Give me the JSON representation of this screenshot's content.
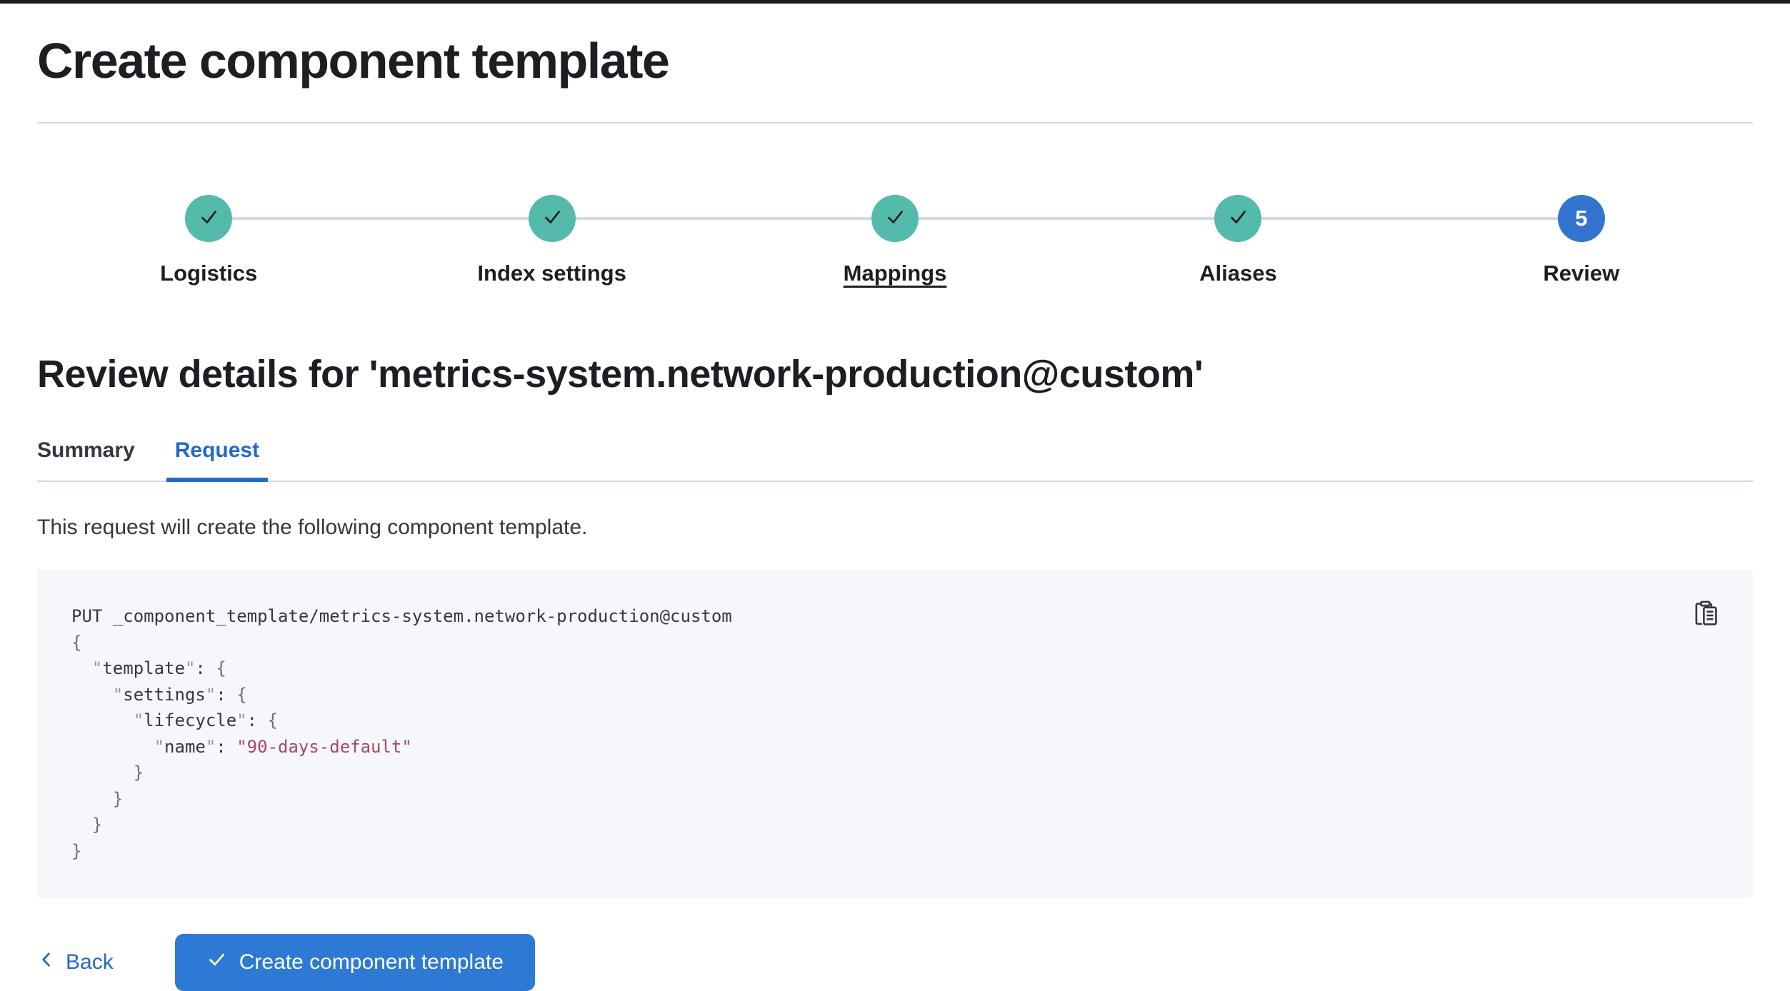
{
  "page": {
    "title": "Create component template"
  },
  "stepper": {
    "steps": [
      {
        "label": "Logistics",
        "status": "complete"
      },
      {
        "label": "Index settings",
        "status": "complete"
      },
      {
        "label": "Mappings",
        "status": "complete",
        "underlined": true
      },
      {
        "label": "Aliases",
        "status": "complete"
      },
      {
        "label": "Review",
        "status": "current",
        "number": "5"
      }
    ]
  },
  "review": {
    "heading": "Review details for 'metrics-system.network-production@custom'",
    "tabs": [
      {
        "label": "Summary",
        "active": false
      },
      {
        "label": "Request",
        "active": true
      }
    ],
    "description": "This request will create the following component template."
  },
  "code": {
    "lines": [
      [
        {
          "t": "PUT _component_template/metrics-system.network-production@custom",
          "c": "plain"
        }
      ],
      [
        {
          "t": "{",
          "c": "pun"
        }
      ],
      [
        {
          "t": "  ",
          "c": "plain"
        },
        {
          "t": "\"",
          "c": "q"
        },
        {
          "t": "template",
          "c": "key"
        },
        {
          "t": "\"",
          "c": "q"
        },
        {
          "t": ": ",
          "c": "plain"
        },
        {
          "t": "{",
          "c": "pun"
        }
      ],
      [
        {
          "t": "    ",
          "c": "plain"
        },
        {
          "t": "\"",
          "c": "q"
        },
        {
          "t": "settings",
          "c": "key"
        },
        {
          "t": "\"",
          "c": "q"
        },
        {
          "t": ": ",
          "c": "plain"
        },
        {
          "t": "{",
          "c": "pun"
        }
      ],
      [
        {
          "t": "      ",
          "c": "plain"
        },
        {
          "t": "\"",
          "c": "q"
        },
        {
          "t": "lifecycle",
          "c": "key"
        },
        {
          "t": "\"",
          "c": "q"
        },
        {
          "t": ": ",
          "c": "plain"
        },
        {
          "t": "{",
          "c": "pun"
        }
      ],
      [
        {
          "t": "        ",
          "c": "plain"
        },
        {
          "t": "\"",
          "c": "q"
        },
        {
          "t": "name",
          "c": "key"
        },
        {
          "t": "\"",
          "c": "q"
        },
        {
          "t": ": ",
          "c": "plain"
        },
        {
          "t": "\"90-days-default\"",
          "c": "str"
        }
      ],
      [
        {
          "t": "      }",
          "c": "pun"
        }
      ],
      [
        {
          "t": "    }",
          "c": "pun"
        }
      ],
      [
        {
          "t": "  }",
          "c": "pun"
        }
      ],
      [
        {
          "t": "}",
          "c": "pun"
        }
      ]
    ]
  },
  "footer": {
    "back_label": "Back",
    "create_label": "Create component template"
  },
  "icons": {
    "step_check": "check-icon",
    "copy": "copy-clipboard-icon",
    "back": "chevron-left-icon",
    "create_check": "check-icon"
  },
  "colors": {
    "success_teal": "#54baab",
    "current_step_blue": "#3375ce",
    "primary_button_blue": "#2d79d3",
    "link_blue": "#2368cc",
    "divider": "#d3dae6",
    "code_background": "#f6f7fa",
    "code_string": "#a34a68",
    "code_punctuation": "#69707d",
    "text_dark": "#343741",
    "heading_dark": "#1d1e24"
  }
}
